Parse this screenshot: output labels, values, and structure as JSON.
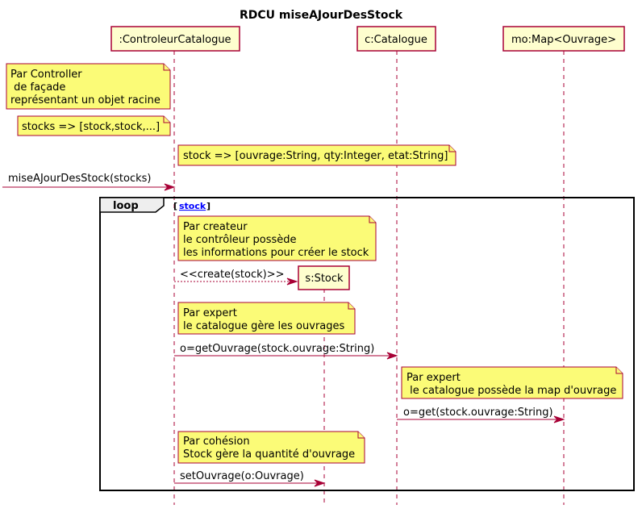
{
  "title": "RDCU miseAJourDesStock",
  "participants": {
    "controleur": ":ControleurCatalogue",
    "catalogue": "c:Catalogue",
    "map": "mo:Map<Ouvrage>",
    "stock": "s:Stock"
  },
  "notes": {
    "controller": [
      "Par Controller",
      " de façade",
      "représentant un objet racine"
    ],
    "stocks": [
      "stocks => [stock,stock,...]"
    ],
    "stock_def": [
      "stock => [ouvrage:String, qty:Integer, etat:String]"
    ],
    "createur": [
      "Par createur",
      "le contrôleur possède",
      "les informations pour créer le stock"
    ],
    "expert1": [
      "Par expert",
      "le catalogue gère les ouvrages"
    ],
    "expert2": [
      "Par expert",
      " le catalogue possède la map d'ouvrage"
    ],
    "cohesion": [
      "Par cohésion",
      "Stock gère la quantité d'ouvrage"
    ]
  },
  "messages": {
    "m1": "miseAJourDesStock(stocks)",
    "m2": "<<create(stock)>>",
    "m3": "o=getOuvrage(stock.ouvrage:String)",
    "m4": "o=get(stock.ouvrage:String)",
    "m5": "setOuvrage(o:Ouvrage)"
  },
  "loop": {
    "keyword": "loop",
    "guard_open": "[",
    "guard": "stock",
    "guard_close": "]"
  },
  "colors": {
    "border": "#A80036",
    "participant_fill": "#FEFECE",
    "note_fill": "#FBFB77"
  }
}
